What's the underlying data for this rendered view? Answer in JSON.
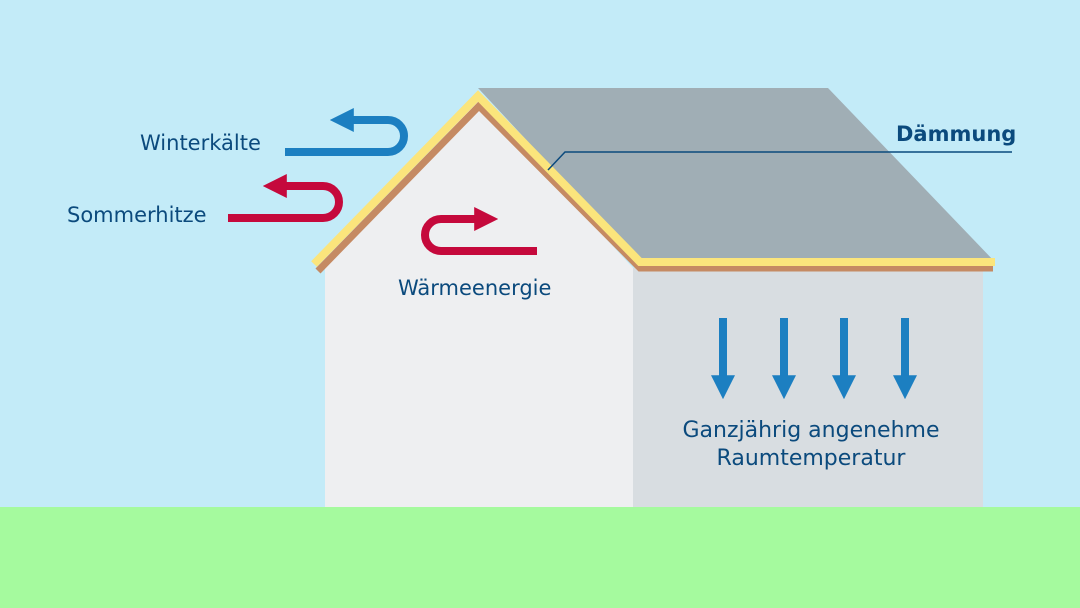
{
  "labels": {
    "winter": "Winterkälte",
    "summer": "Sommerhitze",
    "heat": "Wärmeenergie",
    "insulation": "Dämmung",
    "room_line1": "Ganzjährig angenehme",
    "room_line2": "Raumtemperatur"
  },
  "icons": {
    "winter_arrow": "u-turn-left-arrow-icon",
    "summer_arrow": "u-turn-left-arrow-icon",
    "heat_arrow": "u-turn-right-arrow-icon",
    "room_arrows": "down-arrow-icon"
  },
  "colors": {
    "sky": "#c3ebf8",
    "ground": "#a5fa9e",
    "roof": "#a0aeb5",
    "gable_wall": "#eeeff1",
    "side_wall": "#d8dde1",
    "insulation_yellow": "#fbe57c",
    "insulation_brown": "#c58a63",
    "cold": "#1c7fc1",
    "heat": "#c5093c",
    "text": "#0b4a7d"
  }
}
